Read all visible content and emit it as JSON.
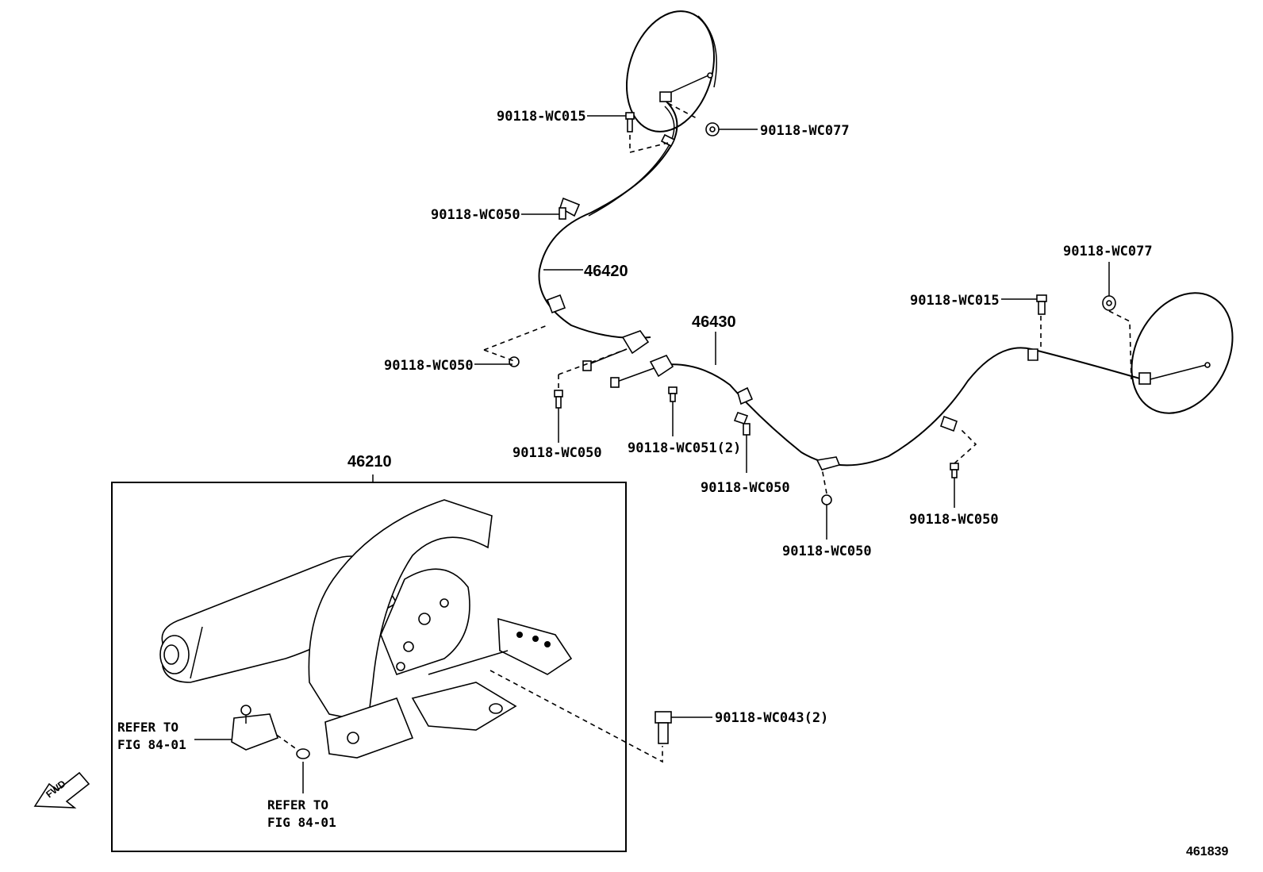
{
  "figure_id": "461839",
  "orientation": {
    "fwd_label": "FWD"
  },
  "parts": {
    "cable_left": "46420",
    "cable_right": "46430",
    "lever_assembly": "46210"
  },
  "callouts": {
    "bolt_wc015_left": "90118-WC015",
    "nut_wc077_left": "90118-WC077",
    "bolt_wc050_upper": "90118-WC050",
    "bolt_wc050_mid": "90118-WC050",
    "bolt_wc050_center": "90118-WC050",
    "bolt_wc051": "90118-WC051(2)",
    "bolt_wc050_right1": "90118-WC050",
    "bolt_wc050_right2": "90118-WC050",
    "bolt_wc050_right3": "90118-WC050",
    "bolt_wc015_right": "90118-WC015",
    "nut_wc077_right": "90118-WC077",
    "bolt_wc043": "90118-WC043(2)"
  },
  "references": {
    "ref1_line1": "REFER TO",
    "ref1_line2": "FIG 84-01",
    "ref2_line1": "REFER TO",
    "ref2_line2": "FIG 84-01"
  }
}
